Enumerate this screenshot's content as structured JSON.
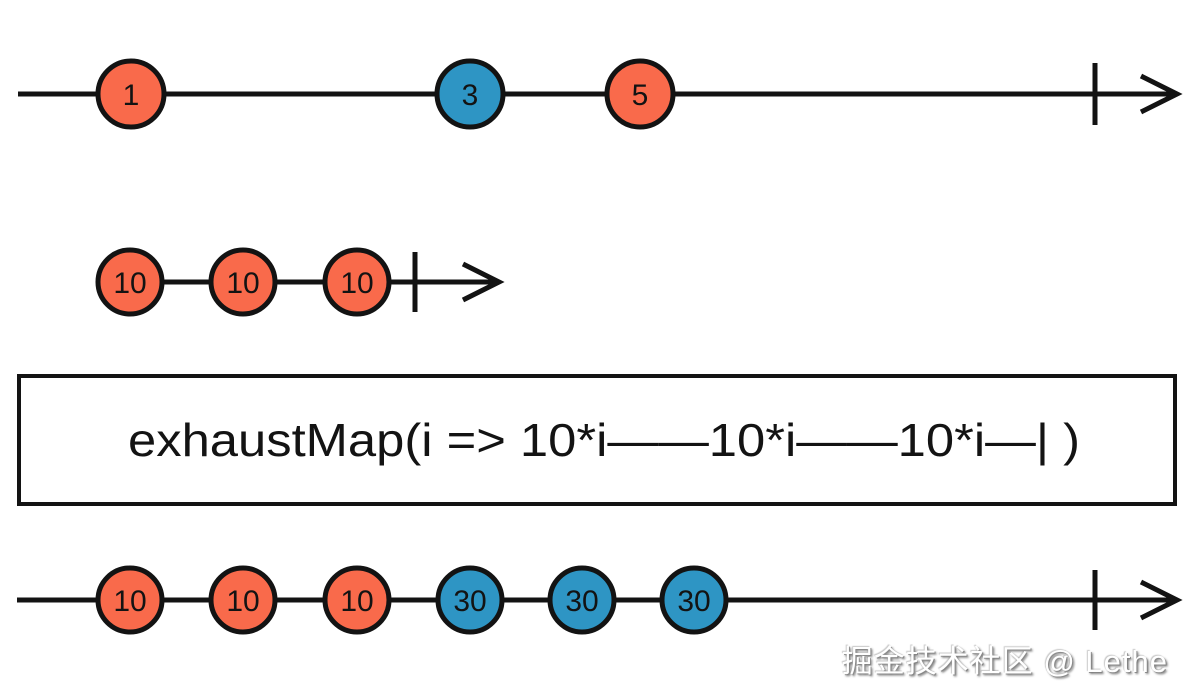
{
  "colors": {
    "background": "#ffffff",
    "stroke": "#131313",
    "marble_orange": "#f96a4b",
    "marble_blue": "#2e95c4"
  },
  "diagram": {
    "source_stream": {
      "marbles": [
        {
          "label": "1",
          "color": "orange"
        },
        {
          "label": "3",
          "color": "blue"
        },
        {
          "label": "5",
          "color": "orange"
        }
      ],
      "completed": true
    },
    "inner_stream": {
      "marbles": [
        {
          "label": "10",
          "color": "orange"
        },
        {
          "label": "10",
          "color": "orange"
        },
        {
          "label": "10",
          "color": "orange"
        }
      ],
      "completed": true
    },
    "operator": {
      "expression": "exhaustMap(i => 10*i——10*i——10*i—| )"
    },
    "output_stream": {
      "marbles": [
        {
          "label": "10",
          "color": "orange"
        },
        {
          "label": "10",
          "color": "orange"
        },
        {
          "label": "10",
          "color": "orange"
        },
        {
          "label": "30",
          "color": "blue"
        },
        {
          "label": "30",
          "color": "blue"
        },
        {
          "label": "30",
          "color": "blue"
        }
      ],
      "completed": true
    }
  },
  "watermark": {
    "text": "掘金技术社区 @ Lethe"
  }
}
